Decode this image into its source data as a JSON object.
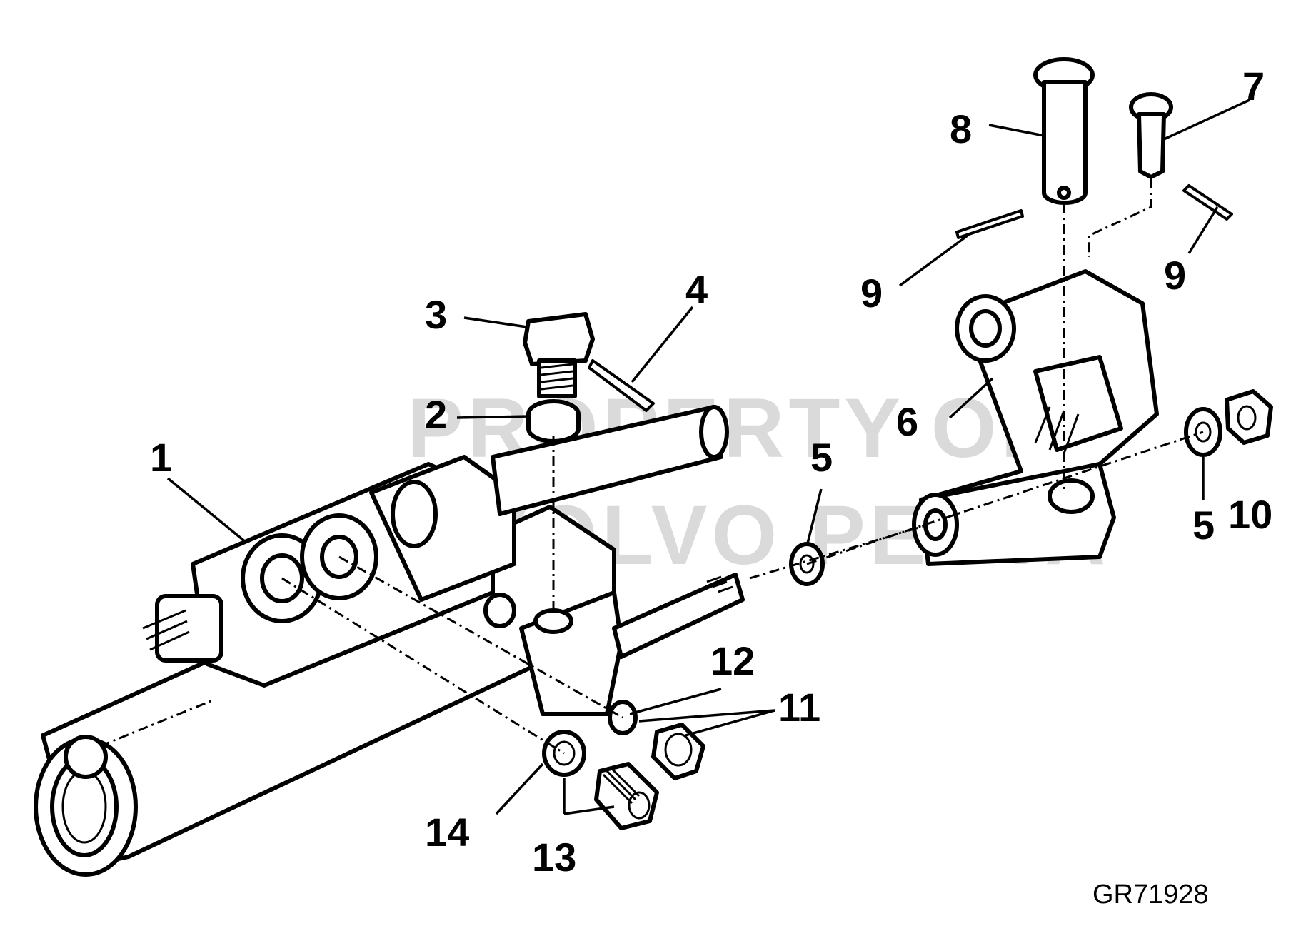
{
  "watermark": {
    "line1": "PROPERTY OF",
    "line2": "VOLVO PENTA"
  },
  "figure_id": "GR71928",
  "callouts": [
    {
      "id": "1",
      "text": "1"
    },
    {
      "id": "2",
      "text": "2"
    },
    {
      "id": "3",
      "text": "3"
    },
    {
      "id": "4",
      "text": "4"
    },
    {
      "id": "5a",
      "text": "5"
    },
    {
      "id": "5b",
      "text": "5"
    },
    {
      "id": "6",
      "text": "6"
    },
    {
      "id": "7",
      "text": "7"
    },
    {
      "id": "8",
      "text": "8"
    },
    {
      "id": "9a",
      "text": "9"
    },
    {
      "id": "9b",
      "text": "9"
    },
    {
      "id": "10",
      "text": "10"
    },
    {
      "id": "11",
      "text": "11"
    },
    {
      "id": "12",
      "text": "12"
    },
    {
      "id": "13",
      "text": "13"
    },
    {
      "id": "14",
      "text": "14"
    }
  ]
}
